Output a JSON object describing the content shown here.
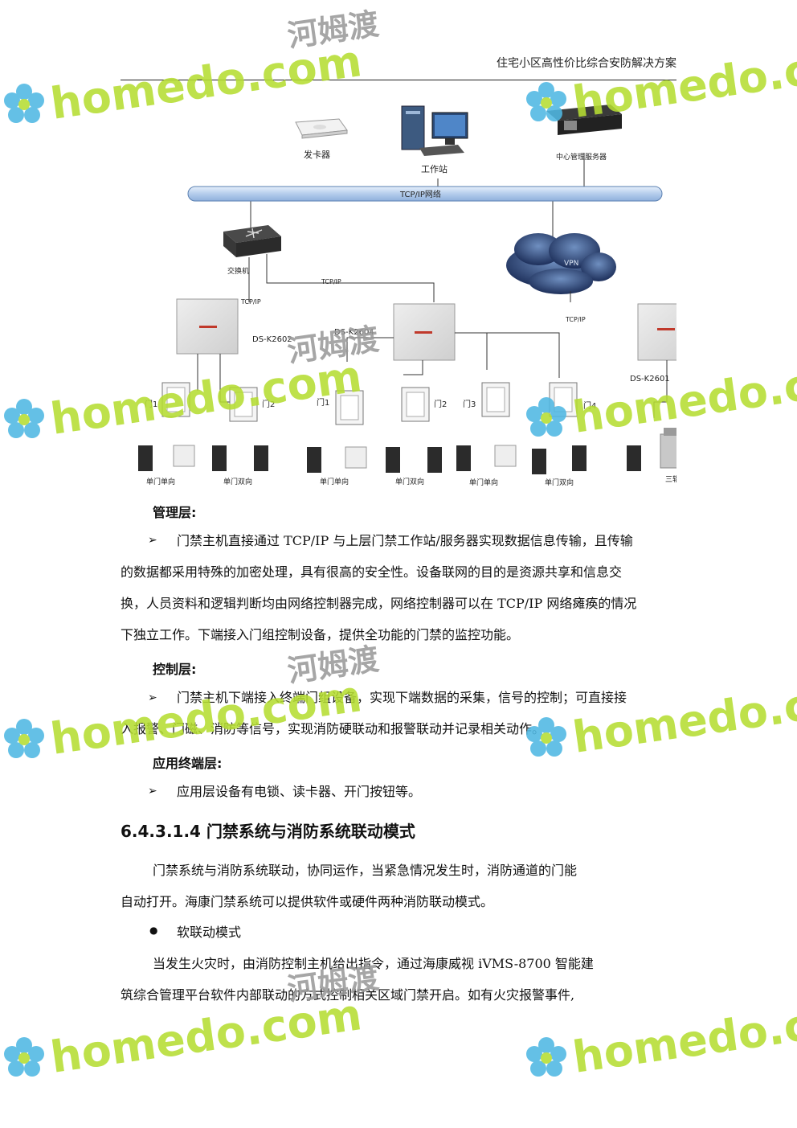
{
  "header": {
    "title": "住宅小区高性价比综合安防解决方案"
  },
  "diagram": {
    "card_issuer": "发卡器",
    "workstation": "工作站",
    "server": "中心管理服务器",
    "network": "TCP/IP网络",
    "switch": "交换机",
    "tcpip_a": "TCP/IP",
    "tcpip_b": "TCP/IP",
    "tcpip_c": "TCP/IP",
    "vpn": "VPN",
    "controller1": "DS-K2602",
    "controller2": "DS-K2604",
    "controller3": "DS-K2601",
    "doors": [
      "门1",
      "门2",
      "门1",
      "门2",
      "门3",
      "门4"
    ],
    "captions": [
      "单门单向",
      "单门双向",
      "单门单向",
      "单门双向",
      "单门单向",
      "单门双向",
      "三辊转闸机"
    ]
  },
  "sections": {
    "mgmt_title": "管理层:",
    "mgmt_b1_l1": "门禁主机直接通过 TCP/IP 与上层门禁工作站/服务器实现数据信息传输，且传输",
    "mgmt_b1_l2": "的数据都采用特殊的加密处理，具有很高的安全性。设备联网的目的是资源共享和信息交",
    "mgmt_b1_l3": "换，人员资料和逻辑判断均由网络控制器完成，网络控制器可以在 TCP/IP 网络瘫痪的情况",
    "mgmt_b1_l4": "下独立工作。下端接入门组控制设备，提供全功能的门禁的监控功能。",
    "ctrl_title": "控制层:",
    "ctrl_b1_l1": "门禁主机下端接入终端门组设备，实现下端数据的采集，信号的控制；可直接接",
    "ctrl_b1_l2": "入报警、门磁、消防等信号，实现消防硬联动和报警联动并记录相关动作。",
    "app_title": "应用终端层:",
    "app_b1": "应用层设备有电锁、读卡器、开门按钮等。",
    "heading": "6.4.3.1.4 门禁系统与消防系统联动模式",
    "p1_l1": "门禁系统与消防系统联动，协同运作，当紧急情况发生时，消防通道的门能",
    "p1_l2": "自动打开。海康门禁系统可以提供软件或硬件两种消防联动模式。",
    "bullet": "软联动模式",
    "p2_l1": "当发生火灾时，由消防控制主机给出指令，通过海康威视 iVMS-8700 智能建",
    "p2_l2": "筑综合管理平台软件内部联动的方式控制相关区域门禁开启。如有火灾报警事件,"
  },
  "watermark": {
    "brand": "homedo.com",
    "cn": "河姆渡"
  },
  "colors": {
    "watermark_green": "#b6dd33",
    "watermark_blue": "#4fb8e3",
    "bus_blue": "#bcd3ee"
  }
}
